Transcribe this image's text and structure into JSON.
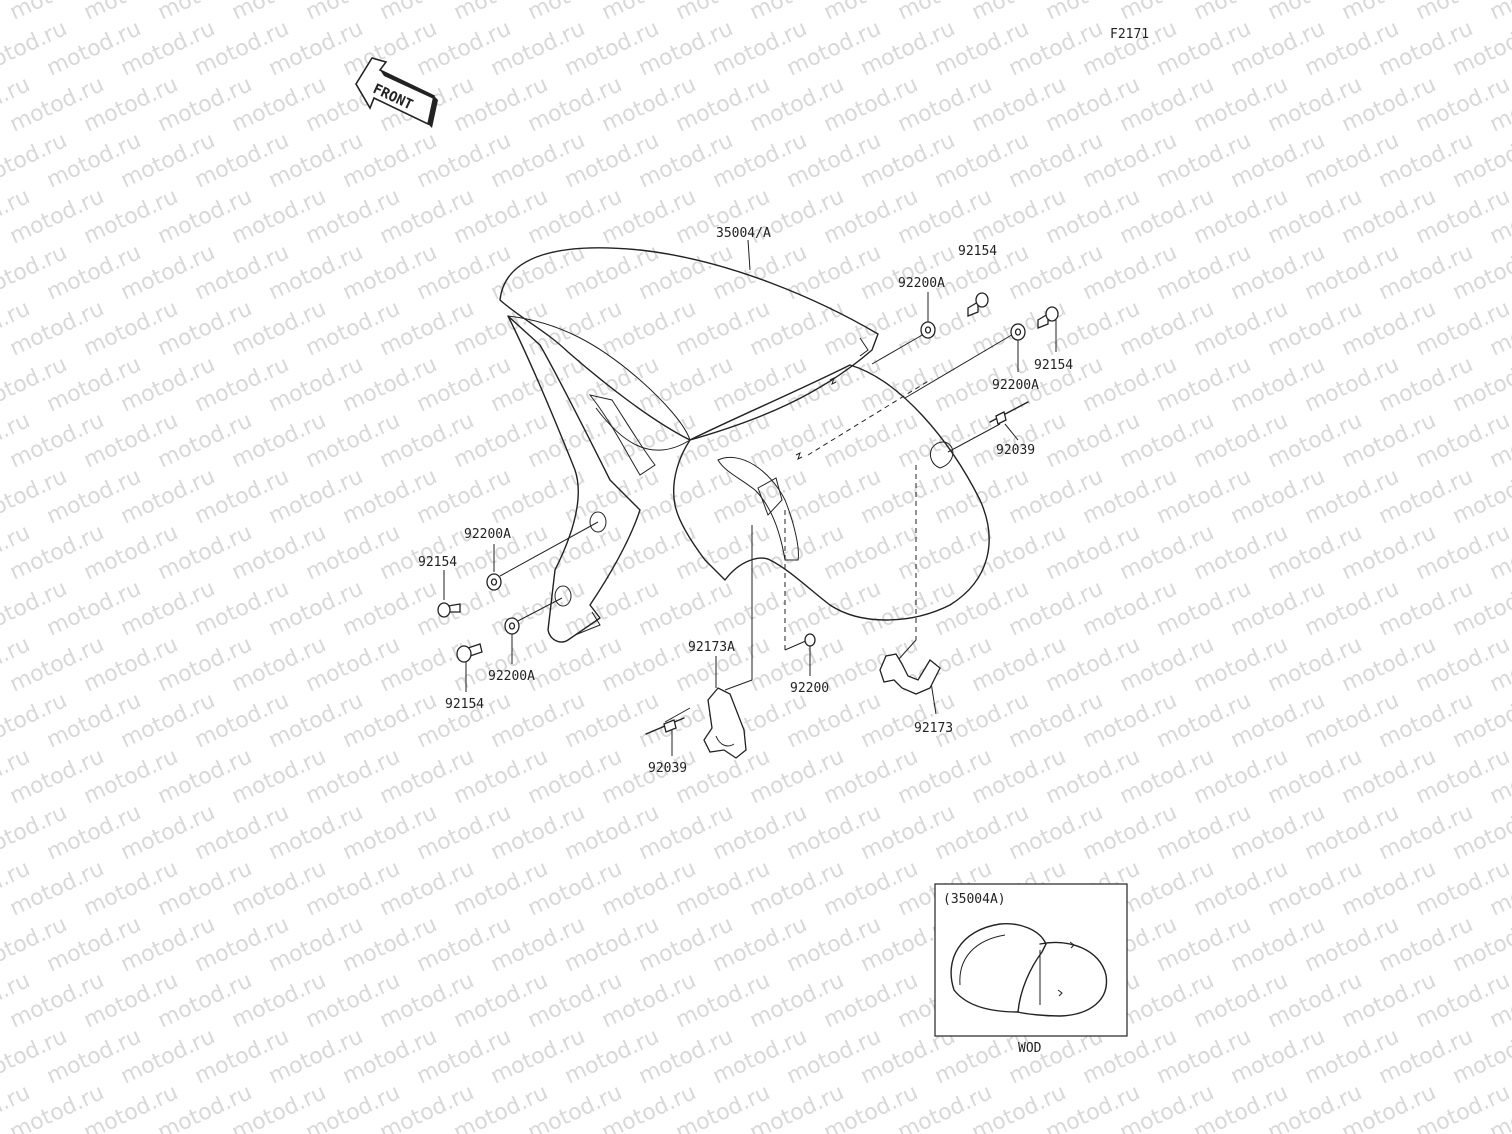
{
  "figure_code": "F2171",
  "direction_label": "FRONT",
  "watermark": "motod.ru",
  "parts": {
    "fender": "35004/A",
    "washer_top_left": "92200A",
    "bolt_top": "92154",
    "bolt_right": "92154",
    "washer_right": "92200A",
    "rivet_right": "92039",
    "washer_left_upper": "92200A",
    "bolt_left_upper": "92154",
    "bolt_left_lower": "92154",
    "washer_left_lower": "92200A",
    "bracket_left": "92173A",
    "washer_center": "92200",
    "clamp_right": "92173",
    "rivet_bottom": "92039"
  },
  "inset": {
    "label": "(35004A)",
    "caption": "WOD"
  }
}
